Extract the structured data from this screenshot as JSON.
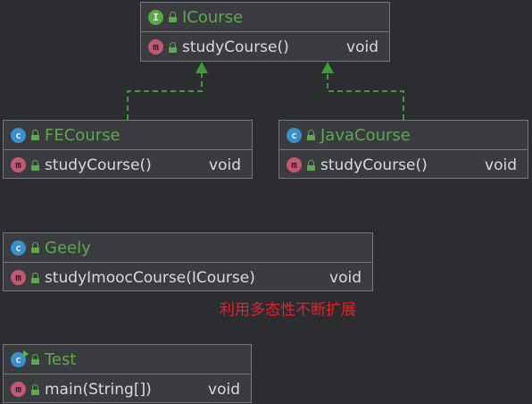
{
  "diagram": {
    "colors": {
      "background": "#2b2d30",
      "box_fill": "#3a3c3f",
      "box_border": "#74777b",
      "type_name": "#5fa84f",
      "member_text": "#d8dadd",
      "edge": "#3f9a3a",
      "note": "#e8202a"
    },
    "nodes": [
      {
        "id": "icourse",
        "kind": "interface",
        "badge": "I",
        "name": "ICourse",
        "members": [
          {
            "badge": "m",
            "name": "studyCourse()",
            "type": "void"
          }
        ]
      },
      {
        "id": "fecourse",
        "kind": "class",
        "badge": "c",
        "name": "FECourse",
        "members": [
          {
            "badge": "m",
            "name": "studyCourse()",
            "type": "void"
          }
        ]
      },
      {
        "id": "javacourse",
        "kind": "class",
        "badge": "c",
        "name": "JavaCourse",
        "members": [
          {
            "badge": "m",
            "name": "studyCourse()",
            "type": "void"
          }
        ]
      },
      {
        "id": "geely",
        "kind": "class",
        "badge": "c",
        "name": "Geely",
        "members": [
          {
            "badge": "m",
            "name": "studyImoocCourse(ICourse)",
            "type": "void"
          }
        ]
      },
      {
        "id": "test",
        "kind": "class",
        "badge": "c",
        "name": "Test",
        "members": [
          {
            "badge": "m",
            "name": "main(String[])",
            "type": "void"
          }
        ]
      }
    ],
    "edges": [
      {
        "from": "fecourse",
        "to": "icourse",
        "type": "implements"
      },
      {
        "from": "javacourse",
        "to": "icourse",
        "type": "implements"
      }
    ],
    "note": "利用多态性不断扩展"
  }
}
